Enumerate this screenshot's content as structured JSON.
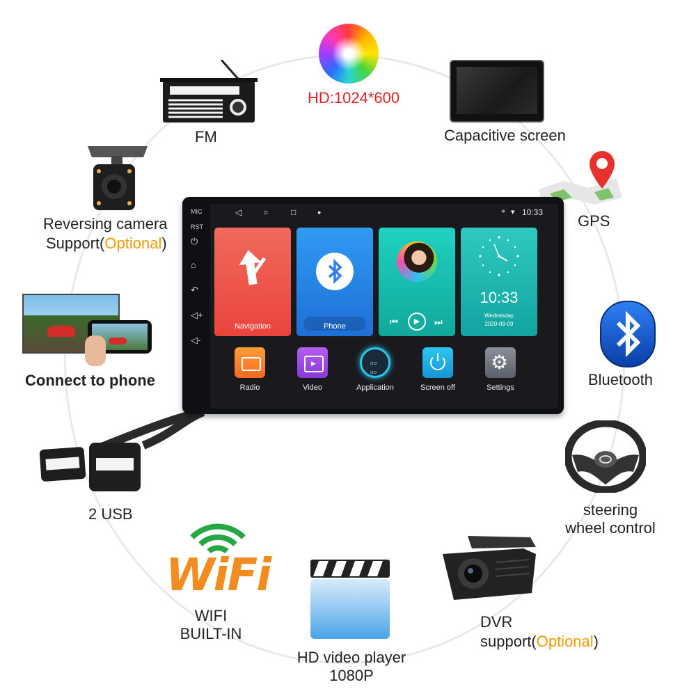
{
  "features": {
    "hd": "HD:1024*600",
    "fm": "FM",
    "capacitive": "Capacitive screen",
    "gps": "GPS",
    "reversing_line1": "Reversing camera",
    "reversing_line2_prefix": "Support(",
    "reversing_optional": "Optional",
    "reversing_line2_suffix": ")",
    "connect_phone": "Connect to phone",
    "bluetooth": "Bluetooth",
    "usb": "2 USB",
    "steering_line1": "steering",
    "steering_line2": "wheel control",
    "wifi_logo": "WiFi",
    "wifi_line1": "WIFI",
    "wifi_line2": "BUILT-IN",
    "video_line1": "HD video player",
    "video_line2": "1080P",
    "dvr_line1": "DVR",
    "dvr_line2_prefix": "support(",
    "dvr_optional": "Optional",
    "dvr_line2_suffix": ")"
  },
  "device": {
    "mic": "MIC",
    "rst": "RST",
    "time": "10:33",
    "tiles": {
      "navigation": "Navigation",
      "phone": "Phone",
      "clock_time": "10:33",
      "clock_day": "Wednesday",
      "clock_date": "2020-09-09"
    },
    "apps": {
      "radio": "Radio",
      "video": "Video",
      "application": "Application",
      "screen_off": "Screen off",
      "settings": "Settings"
    }
  },
  "colors": {
    "accent_orange": "#f39a00",
    "hd_red": "#e32222",
    "nav_tile": "#f05a4f",
    "phone_tile": "#2f8ff0",
    "clock_tile": "#2fc7b8"
  }
}
